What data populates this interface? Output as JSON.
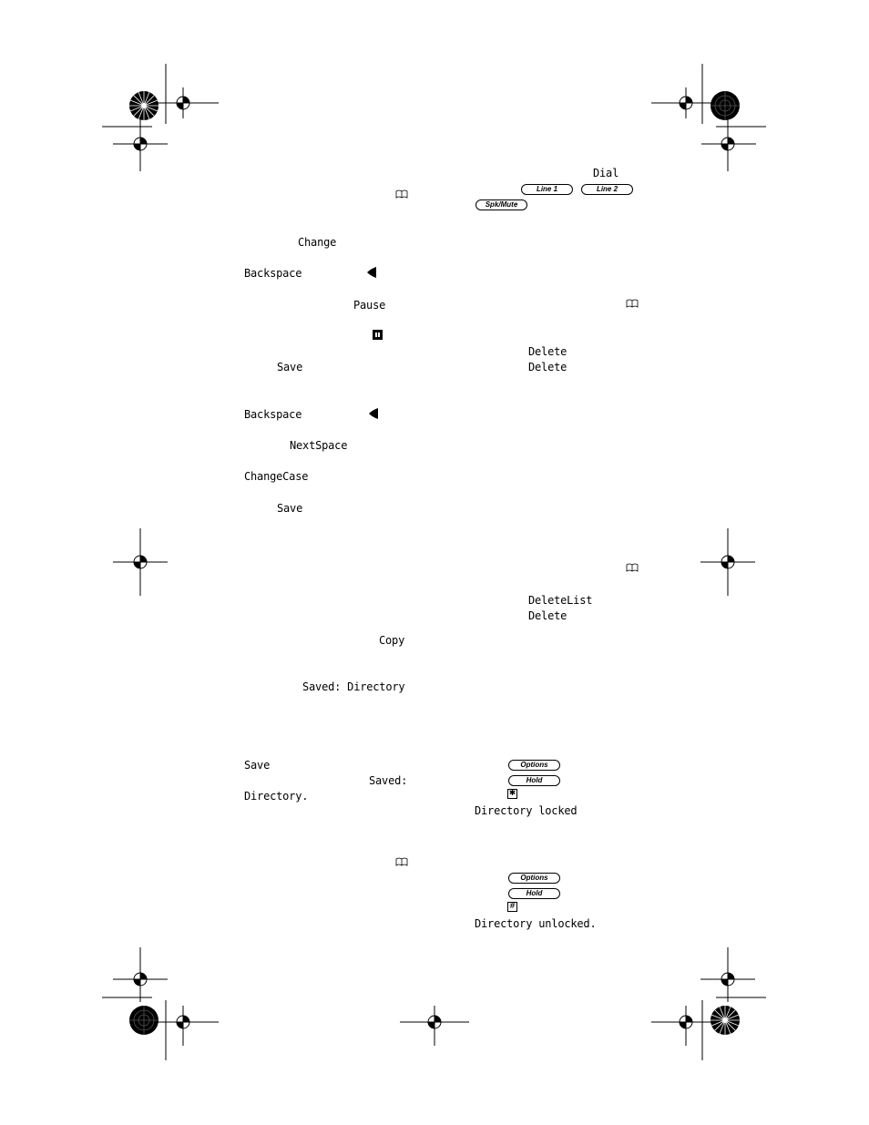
{
  "labels": {
    "dial": "Dial",
    "change": "Change",
    "backspace_1": "Backspace",
    "pause": "Pause",
    "delete_1": "Delete",
    "save_1": "Save",
    "delete_2": "Delete",
    "backspace_2": "Backspace",
    "nextspace": "NextSpace",
    "changecase": "ChangeCase",
    "save_2": "Save",
    "deletelist": "DeleteList",
    "delete_3": "Delete",
    "copy": "Copy",
    "saved_directory": "Saved: Directory",
    "save_3": "Save",
    "saved_colon": "Saved:",
    "directory_period": "Directory.",
    "directory_locked": "Directory locked",
    "directory_unlocked": "Directory unlocked."
  },
  "keys": {
    "line1": "Line 1",
    "line2": "Line 2",
    "spk_mute": "Spk/Mute",
    "options_1": "Options",
    "hold_1": "Hold",
    "star": "✱",
    "options_2": "Options",
    "hold_2": "Hold",
    "hash": "#"
  },
  "icons": {
    "book": "book-icon",
    "left_arrow": "left-arrow-icon",
    "pause_key": "pause-key-icon",
    "registration": "registration-mark-icon",
    "color_wheel": "starburst-target-icon"
  }
}
